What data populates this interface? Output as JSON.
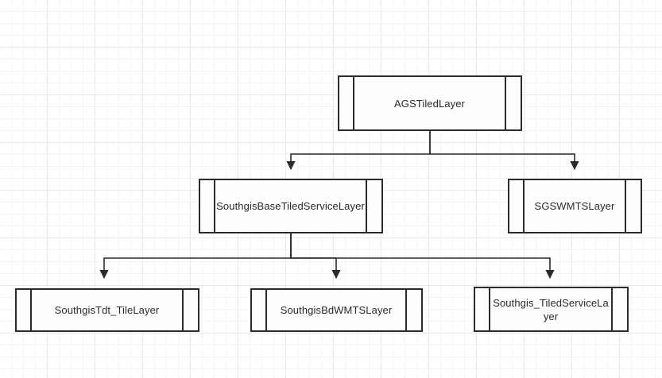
{
  "diagram": {
    "type": "class-inheritance-hierarchy",
    "background": "graph-paper-grid",
    "colors": {
      "node_border": "#2b2b2b",
      "node_fill": "#fdfdfd",
      "edge": "#2b2b2b",
      "text": "#2a2a2a",
      "grid_minor": "#f4f4f4",
      "grid_major": "#e9e9e9"
    },
    "nodes": [
      {
        "id": "ags",
        "label": "AGSTiledLayer",
        "level": 0
      },
      {
        "id": "sgsbase",
        "label": "SouthgisBaseTiledServiceLayer",
        "level": 1
      },
      {
        "id": "sgswmts",
        "label": "SGSWMTSLayer",
        "level": 1
      },
      {
        "id": "tdt",
        "label": "SouthgisTdt_TileLayer",
        "level": 2
      },
      {
        "id": "bdwmts",
        "label": "SouthgisBdWMTSLayer",
        "level": 2
      },
      {
        "id": "tiledsvc",
        "label": "Southgis_TiledServiceLayer",
        "level": 2
      }
    ],
    "edges": [
      {
        "from": "ags",
        "to": "sgsbase",
        "arrow": "filled-triangle"
      },
      {
        "from": "ags",
        "to": "sgswmts",
        "arrow": "filled-triangle"
      },
      {
        "from": "sgsbase",
        "to": "tdt",
        "arrow": "filled-triangle"
      },
      {
        "from": "sgsbase",
        "to": "bdwmts",
        "arrow": "filled-triangle"
      },
      {
        "from": "sgsbase",
        "to": "tiledsvc",
        "arrow": "filled-triangle"
      }
    ]
  }
}
